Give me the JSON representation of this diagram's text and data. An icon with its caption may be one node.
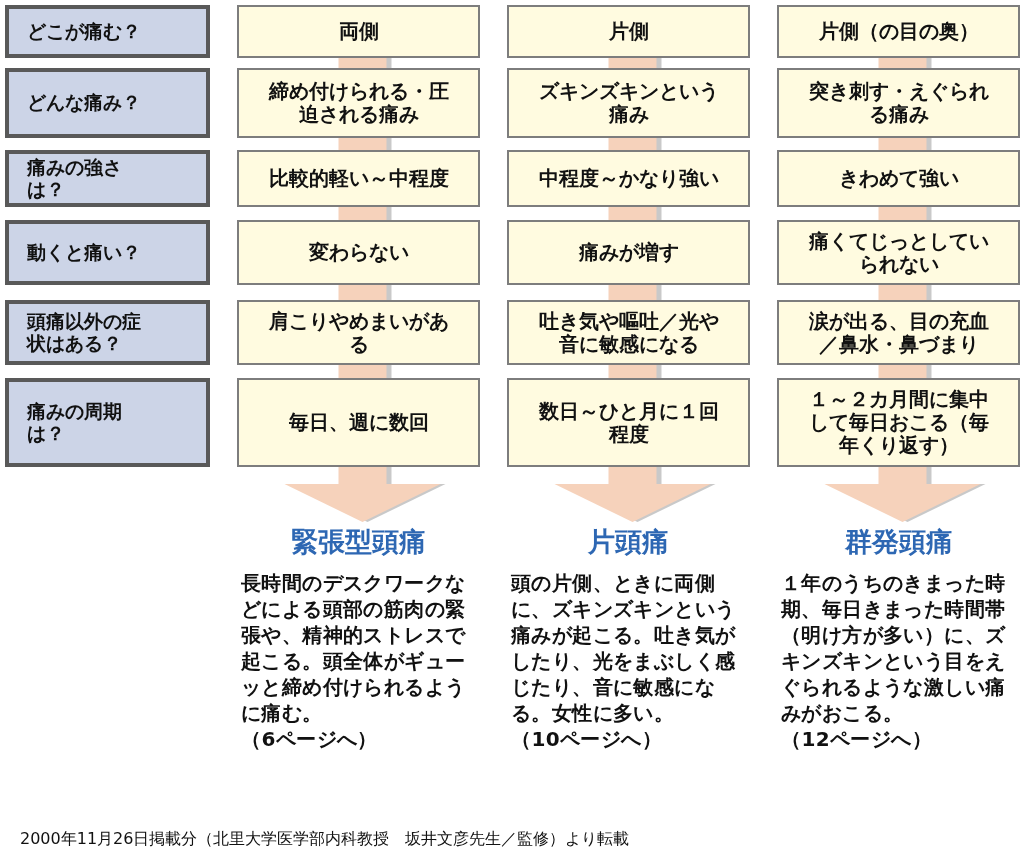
{
  "diagram": {
    "nodes": [
      {
        "text": [
          "どこが痛む？"
        ]
      },
      {
        "text": [
          "両側"
        ]
      },
      {
        "text": [
          "片側"
        ]
      },
      {
        "text": [
          "片側（の目の奥）"
        ]
      },
      {
        "text": [
          "どんな痛み？"
        ]
      },
      {
        "text": [
          "締め付けられる・圧迫される痛み"
        ]
      },
      {
        "text": [
          "ズキンズキンという痛み"
        ]
      },
      {
        "text": [
          "突き刺す・えぐられる痛み"
        ]
      },
      {
        "text": [
          "痛みの強さは？"
        ]
      },
      {
        "text": [
          "比較的軽い～中程度"
        ]
      },
      {
        "text": [
          "中程度～かなり強い"
        ]
      },
      {
        "text": [
          "きわめて強い"
        ]
      },
      {
        "text": [
          "動くと痛い？"
        ]
      },
      {
        "text": [
          "変わらない"
        ]
      },
      {
        "text": [
          "痛みが増す"
        ]
      },
      {
        "text": [
          "痛くてじっとしていられない"
        ]
      },
      {
        "text": [
          "頭痛以外の症状はある？"
        ]
      },
      {
        "text": [
          "肩こりやめまいがある"
        ]
      },
      {
        "text": [
          "吐き気や嘔吐／光や音に敏感になる"
        ]
      },
      {
        "text": [
          "涙が出る、目の充血／鼻水・鼻づまり"
        ]
      },
      {
        "text": [
          "痛みの周期は？"
        ]
      },
      {
        "text": [
          "毎日、週に数回"
        ]
      },
      {
        "text": [
          "数日～ひと月に１回程度"
        ]
      },
      {
        "text": [
          "１～２カ月間に集中して毎日おこる（毎年くり返す）"
        ]
      },
      {
        "text": [
          "緊張型頭痛"
        ],
        "beside": [
          "長時間のデスクワークなどによる頭部の筋肉の緊張や、精神的ストレスで起こる。頭全体がギューッと締め付けられるように痛む。",
          "（6ページへ）"
        ]
      },
      {
        "text": [
          "片頭痛"
        ],
        "beside": [
          "頭の片側、ときに両側に、ズキンズキンという痛みが起こる。吐き気がしたり、光をまぶしく感じたり、音に敏感になる。女性に多い。",
          "（10ページへ）"
        ]
      },
      {
        "text": [
          "群発頭痛"
        ],
        "beside": [
          "１年のうちのきまった時期、毎日きまった時間帯（明け方が多い）に、ズキンズキンという目をえぐられるような激しい痛みがおこる。",
          "（12ページへ）"
        ]
      }
    ],
    "edges": [
      {
        "from": 1,
        "to": 5,
        "arrow": "none"
      },
      {
        "from": 5,
        "to": 9,
        "arrow": "none"
      },
      {
        "from": 9,
        "to": 13,
        "arrow": "none"
      },
      {
        "from": 13,
        "to": 17,
        "arrow": "none"
      },
      {
        "from": 17,
        "to": 21,
        "arrow": "none"
      },
      {
        "from": 21,
        "to": 24,
        "arrow": "to"
      },
      {
        "from": 2,
        "to": 6,
        "arrow": "none"
      },
      {
        "from": 6,
        "to": 10,
        "arrow": "none"
      },
      {
        "from": 10,
        "to": 14,
        "arrow": "none"
      },
      {
        "from": 14,
        "to": 18,
        "arrow": "none"
      },
      {
        "from": 18,
        "to": 22,
        "arrow": "none"
      },
      {
        "from": 22,
        "to": 25,
        "arrow": "to"
      },
      {
        "from": 3,
        "to": 7,
        "arrow": "none"
      },
      {
        "from": 7,
        "to": 11,
        "arrow": "none"
      },
      {
        "from": 11,
        "to": 15,
        "arrow": "none"
      },
      {
        "from": 15,
        "to": 19,
        "arrow": "none"
      },
      {
        "from": 19,
        "to": 23,
        "arrow": "none"
      },
      {
        "from": 23,
        "to": 26,
        "arrow": "to"
      }
    ],
    "labels": [
      "2000年11月26日掲載分（北里大学医学部内科教授　坂井文彦先生／監修）より転載"
    ]
  }
}
